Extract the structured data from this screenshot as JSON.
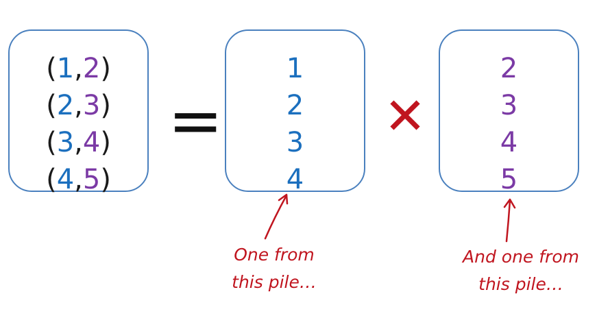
{
  "pairs_box": {
    "rows": [
      {
        "open": "(",
        "a": "1",
        "comma": ",",
        "b": "2",
        "close": ")"
      },
      {
        "open": "(",
        "a": "2",
        "comma": ",",
        "b": "3",
        "close": ")"
      },
      {
        "open": "(",
        "a": "3",
        "comma": ",",
        "b": "4",
        "close": ")"
      },
      {
        "open": "(",
        "a": "4",
        "comma": ",",
        "b": "5",
        "close": ")"
      }
    ]
  },
  "operators": {
    "equals": "=",
    "times": "✕"
  },
  "first_pile": {
    "values": [
      "1",
      "2",
      "3",
      "4"
    ]
  },
  "second_pile": {
    "values": [
      "2",
      "3",
      "4",
      "5"
    ]
  },
  "annotations": {
    "first": {
      "line1": "One from",
      "line2": "this pile…"
    },
    "second": {
      "line1": "And one from",
      "line2": "this pile…"
    }
  },
  "colors": {
    "blue": "#1b6fbe",
    "purple": "#7b3aa5",
    "red": "#c0151f",
    "box_border": "#4a80be"
  }
}
